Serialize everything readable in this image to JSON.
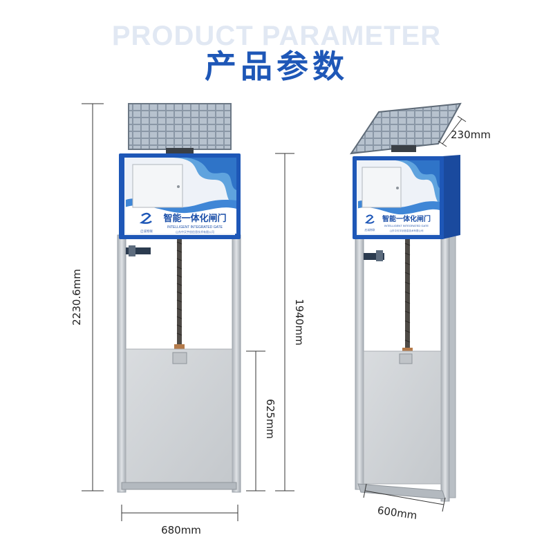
{
  "header": {
    "bg_title": "PRODUCT PARAMETER",
    "title": "产品参数"
  },
  "panel": {
    "title": "智能一体化闸门",
    "subtitle": "INTELLIGENT INTEGRATED GATE",
    "company": "山东中天宇创信息技术有限公司",
    "logo_text": "启诚物联"
  },
  "dimensions": {
    "total_height": "2230.6mm",
    "frame_height": "1940mm",
    "gate_height": "625mm",
    "width_front": "680mm",
    "width_side": "600mm",
    "depth": "230mm"
  },
  "colors": {
    "brand_blue": "#1e57b7",
    "frame_gray": "#c3c8ce",
    "plate_gray": "#d2d5d9"
  }
}
